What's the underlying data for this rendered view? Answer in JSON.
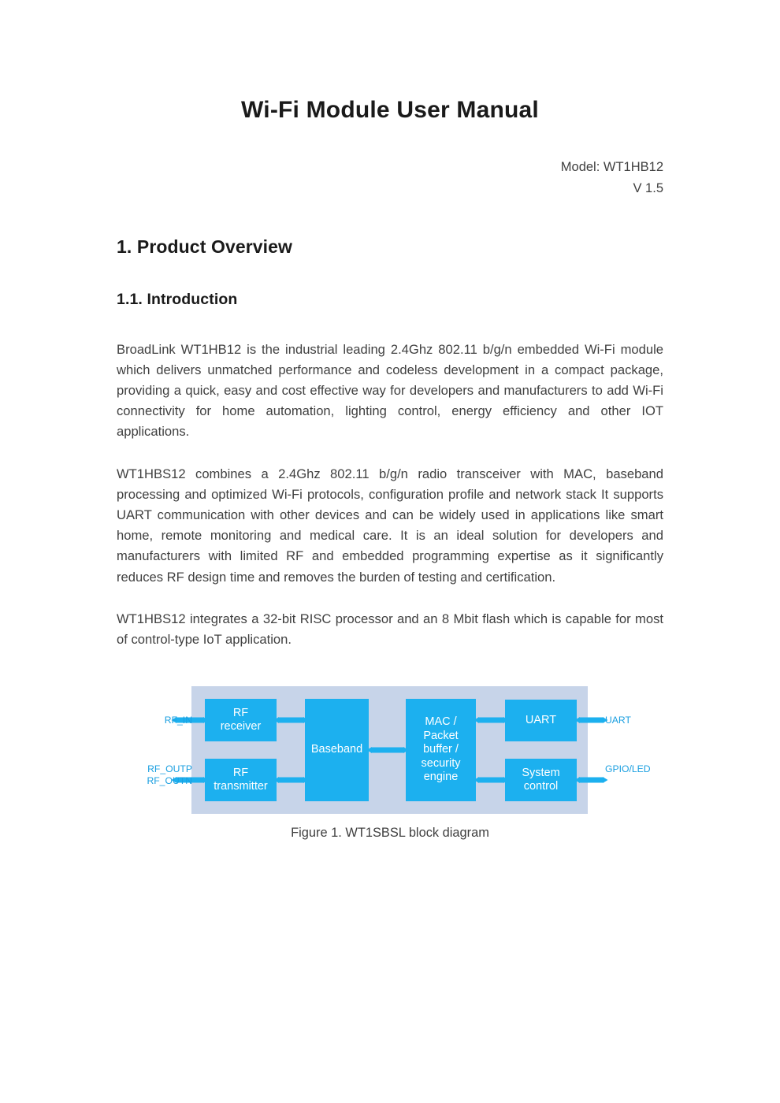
{
  "document": {
    "title": "Wi-Fi Module User Manual",
    "model_line": "Model: WT1HB12",
    "version_line": "V 1.5"
  },
  "sections": {
    "product_overview": {
      "heading": "1. Product Overview",
      "introduction": {
        "heading": "1.1. Introduction",
        "paragraphs": [
          "BroadLink WT1HB12 is the industrial leading 2.4Ghz 802.11 b/g/n embedded Wi-Fi module which delivers unmatched performance and codeless development in a compact package, providing a quick, easy and cost effective way for developers and manufacturers to add Wi-Fi connectivity for home automation, lighting control, energy efficiency and other IOT applications.",
          "WT1HBS12 combines a 2.4Ghz 802.11 b/g/n radio transceiver with MAC, baseband processing and optimized Wi-Fi protocols, configuration profile and network stack It supports UART communication with other devices and can be widely used in applications like smart home, remote monitoring and medical care. It is an ideal solution for developers and manufacturers with limited RF and embedded programming expertise as it significantly reduces RF design time and removes the burden of testing and certification.",
          "WT1HBS12 integrates a 32-bit RISC processor and an 8 Mbit flash which is capable for most of control-type IoT application."
        ]
      }
    }
  },
  "figure": {
    "caption": "Figure 1. WT1SBSL block diagram",
    "colors": {
      "panel_background": "#c7d4e9",
      "block_fill": "#1cb0ef",
      "block_text": "#ffffff",
      "pin_label": "#1a9fe0",
      "arrow": "#1cb0ef"
    },
    "blocks": {
      "rf_receiver": "RF\nreceiver",
      "rf_transmitter": "RF\ntransmitter",
      "baseband": "Baseband",
      "mac_packet": "MAC /\nPacket\nbuffer /\nsecurity\nengine",
      "uart": "UART",
      "system_control": "System\ncontrol"
    },
    "pins": {
      "rf_in": "RF_IN",
      "rf_out": "RF_OUTP\nRF_OUTN",
      "uart": "UART",
      "gpio_led": "GPIO/LED"
    }
  }
}
